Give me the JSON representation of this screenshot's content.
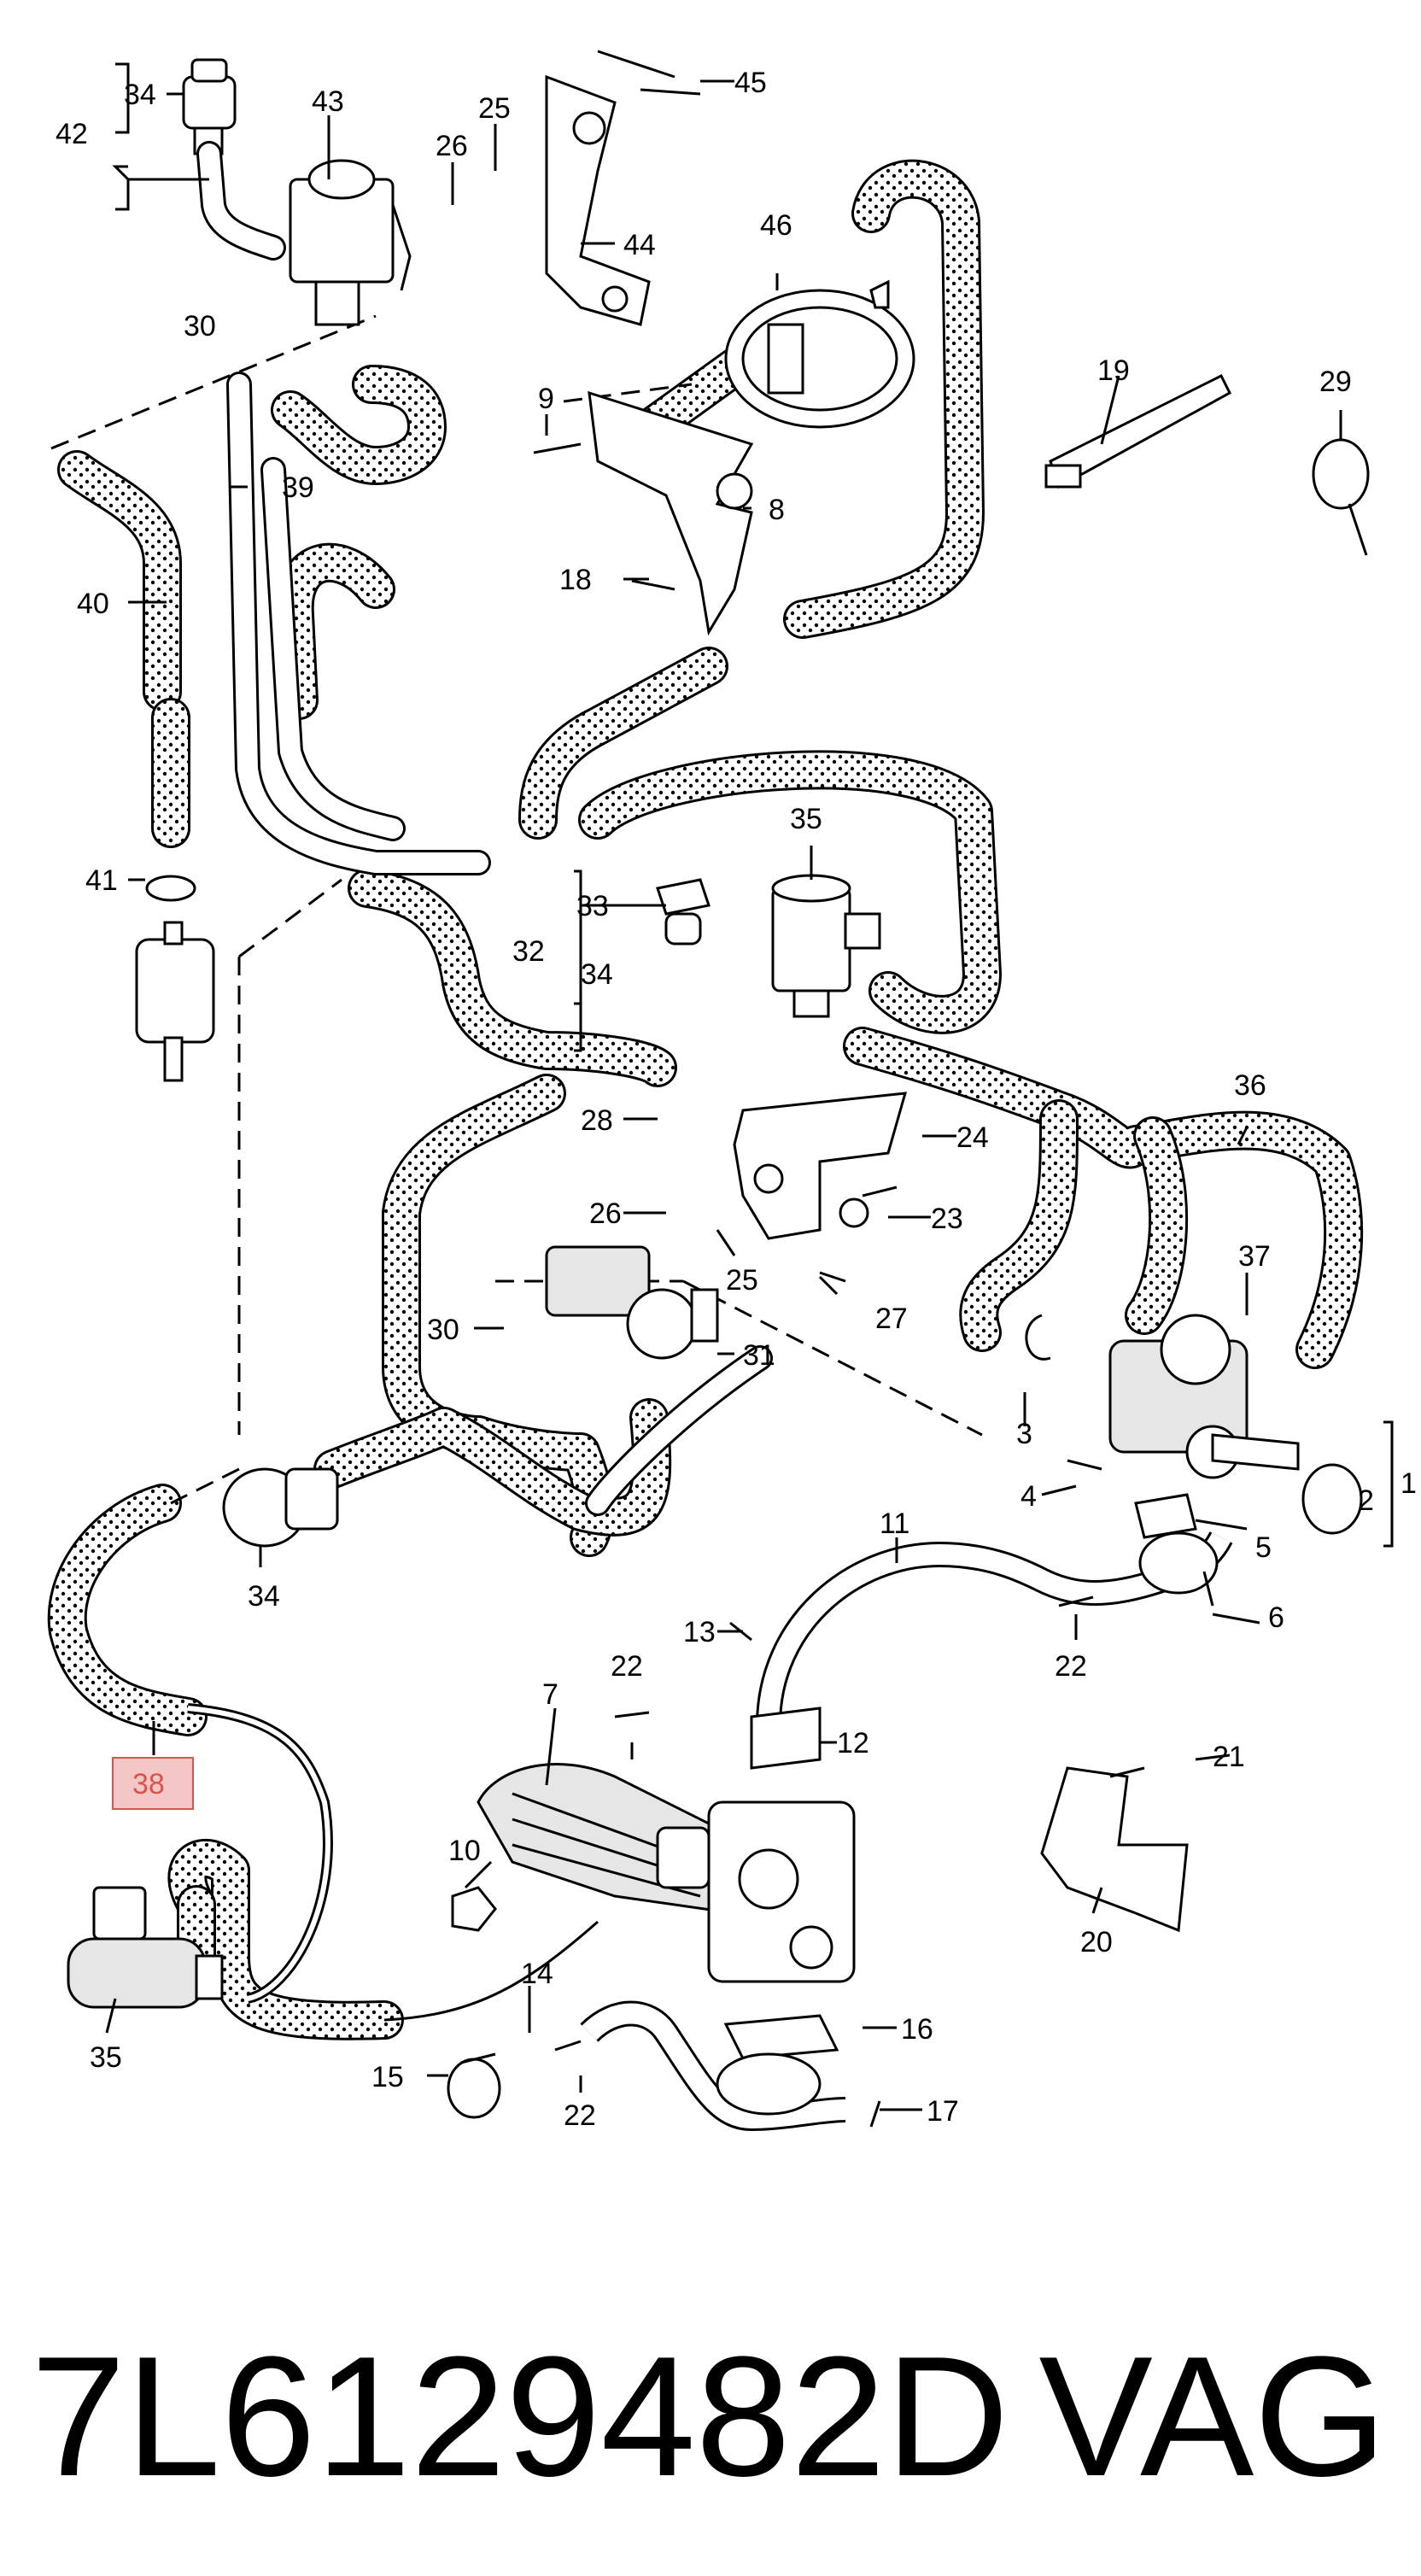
{
  "footer": {
    "part_number": "7L6129482D",
    "brand": "VAG"
  },
  "highlighted_callout": "38",
  "highlight_color": "#f5c6c6",
  "highlight_border_color": "#d9534f",
  "callouts": {
    "c1": "1",
    "c2": "2",
    "c3": "3",
    "c4": "4",
    "c5": "5",
    "c6": "6",
    "c7": "7",
    "c8": "8",
    "c9": "9",
    "c10": "10",
    "c11": "11",
    "c12": "12",
    "c13": "13",
    "c14": "14",
    "c15": "15",
    "c16": "16",
    "c17": "17",
    "c18": "18",
    "c19": "19",
    "c20": "20",
    "c21": "21",
    "c22a": "22",
    "c22b": "22",
    "c22c": "22",
    "c23": "23",
    "c24": "24",
    "c25a": "25",
    "c25b": "25",
    "c26a": "26",
    "c26b": "26",
    "c27": "27",
    "c28": "28",
    "c29": "29",
    "c30a": "30",
    "c30b": "30",
    "c31": "31",
    "c32": "32",
    "c33": "33",
    "c34a": "34",
    "c34b": "34",
    "c34c": "34",
    "c35a": "35",
    "c35b": "35",
    "c36": "36",
    "c37": "37",
    "c38": "38",
    "c39": "39",
    "c40": "40",
    "c41": "41",
    "c42": "42",
    "c43": "43",
    "c44": "44",
    "c45": "45",
    "c46": "46"
  }
}
